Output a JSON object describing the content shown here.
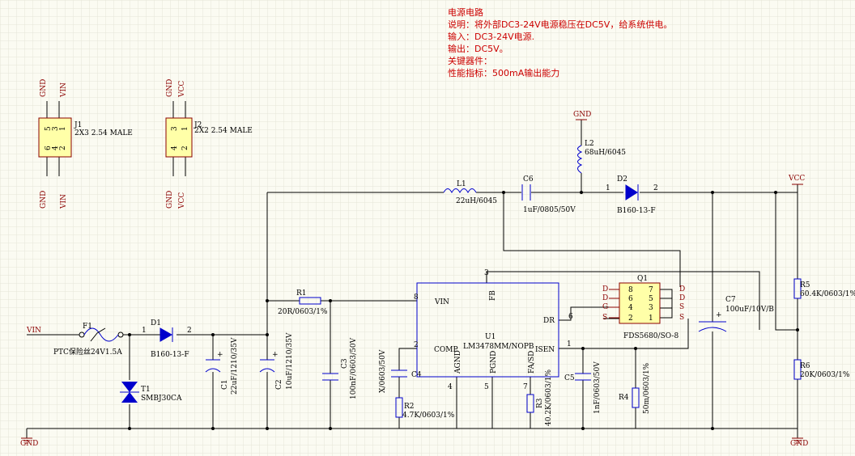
{
  "notes": [
    "电源电路",
    "说明：将外部DC3-24V电源稳压在DC5V，给系统供电。",
    "输入：DC3-24V电源.",
    "输出：DC5V。",
    "关键器件：",
    "性能指标：500mA输出能力"
  ],
  "connectors": {
    "j1": {
      "ref": "J1",
      "value": "2X3 2.54 MALE",
      "top_nets": [
        "GND",
        "VIN"
      ],
      "bottom_nets": [
        "GND",
        "VIN"
      ],
      "pins_top": [
        "5",
        "3",
        "1"
      ],
      "pins_bottom": [
        "6",
        "4",
        "2"
      ]
    },
    "j2": {
      "ref": "J2",
      "value": "2X2 2.54 MALE",
      "top_nets": [
        "GND",
        "VCC"
      ],
      "bottom_nets": [
        "GND",
        "VCC"
      ],
      "pins_top": [
        "3",
        "1"
      ],
      "pins_bottom": [
        "4",
        "2"
      ]
    }
  },
  "ports": {
    "vin": "VIN",
    "gnd_left": "GND",
    "gnd_right": "GND",
    "gnd_l2": "GND",
    "vcc": "VCC"
  },
  "parts": {
    "f1": {
      "ref": "F1",
      "value": "PTC保险丝24V1.5A"
    },
    "d1": {
      "ref": "D1",
      "value": "B160-13-F",
      "pin1": "1",
      "pin2": "2"
    },
    "t1": {
      "ref": "T1",
      "value": "SMBJ30CA"
    },
    "c1": {
      "ref": "C1",
      "value": "22uF/1210/35V"
    },
    "c2": {
      "ref": "C2",
      "value": "10uF/1210/35V"
    },
    "r1": {
      "ref": "R1",
      "value": "20R/0603/1%"
    },
    "c3": {
      "ref": "C3",
      "value": "100nF/0603/50V"
    },
    "l1": {
      "ref": "L1",
      "value": "22uH/6045"
    },
    "c6": {
      "ref": "C6",
      "value": "1uF/0805/50V"
    },
    "l2": {
      "ref": "L2",
      "value": "68uH/6045"
    },
    "d2": {
      "ref": "D2",
      "value": "B160-13-F",
      "pin1": "1",
      "pin2": "2"
    },
    "c4": {
      "ref": "C4",
      "value": "X/0603/50V"
    },
    "r2": {
      "ref": "R2",
      "value": "4.7K/0603/1%"
    },
    "r3": {
      "ref": "R3",
      "value": "40.2K/0603/1%"
    },
    "c5": {
      "ref": "C5",
      "value": "1nF/0603/50V"
    },
    "r4": {
      "ref": "R4",
      "value": "50m/0603/1%"
    },
    "c7": {
      "ref": "C7",
      "value": "100uF/10V/B"
    },
    "r5": {
      "ref": "R5",
      "value": "60.4K/0603/1%"
    },
    "r6": {
      "ref": "R6",
      "value": "20K/0603/1%"
    },
    "u1": {
      "ref": "U1",
      "value": "LM3478MM/NOPB",
      "pins": {
        "vin": "VIN",
        "fb": "FB",
        "dr": "DR",
        "comp": "COMP",
        "agnd": "AGND",
        "pgnd": "PGND",
        "fa_sd": "FA/SD",
        "isen": "ISEN"
      },
      "pin_numbers": {
        "vin": "8",
        "fb": "3",
        "dr": "6",
        "comp": "2",
        "agnd": "4",
        "pgnd": "5",
        "fa_sd": "7",
        "isen": "1"
      }
    },
    "q1": {
      "ref": "Q1",
      "value": "FDS5680/SO-8",
      "left_labels": [
        "D",
        "D",
        "G",
        "S"
      ],
      "right_labels": [
        "D",
        "D",
        "S",
        "S"
      ],
      "left_pins": [
        "8",
        "6",
        "4",
        "2"
      ],
      "right_pins": [
        "7",
        "5",
        "3",
        "1"
      ]
    }
  }
}
